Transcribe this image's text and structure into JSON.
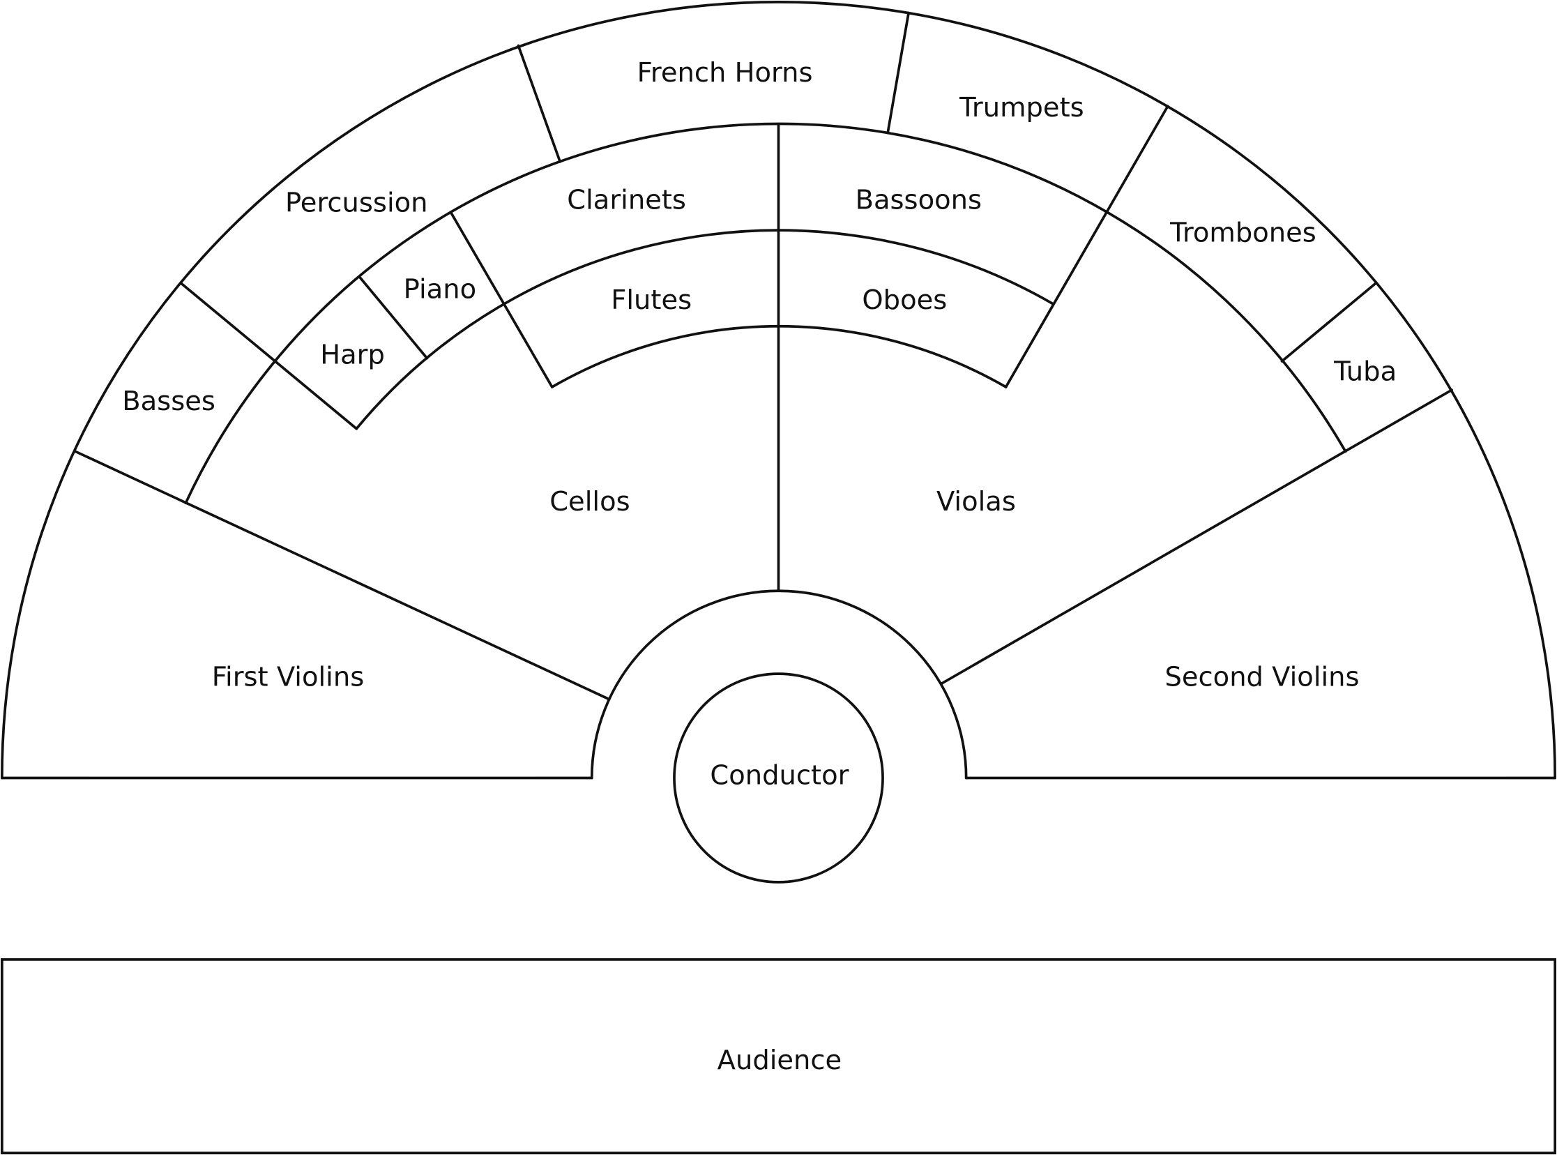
{
  "diagram": {
    "sections": {
      "french_horns": "French Horns",
      "trumpets": "Trumpets",
      "percussion": "Percussion",
      "clarinets": "Clarinets",
      "bassoons": "Bassoons",
      "trombones": "Trombones",
      "piano": "Piano",
      "flutes": "Flutes",
      "oboes": "Oboes",
      "harp": "Harp",
      "tuba": "Tuba",
      "basses": "Basses",
      "cellos": "Cellos",
      "violas": "Violas",
      "first_violins": "First Violins",
      "second_violins": "Second Violins",
      "conductor": "Conductor",
      "audience": "Audience"
    },
    "colors": {
      "stroke": "#111111",
      "background": "#ffffff"
    }
  }
}
